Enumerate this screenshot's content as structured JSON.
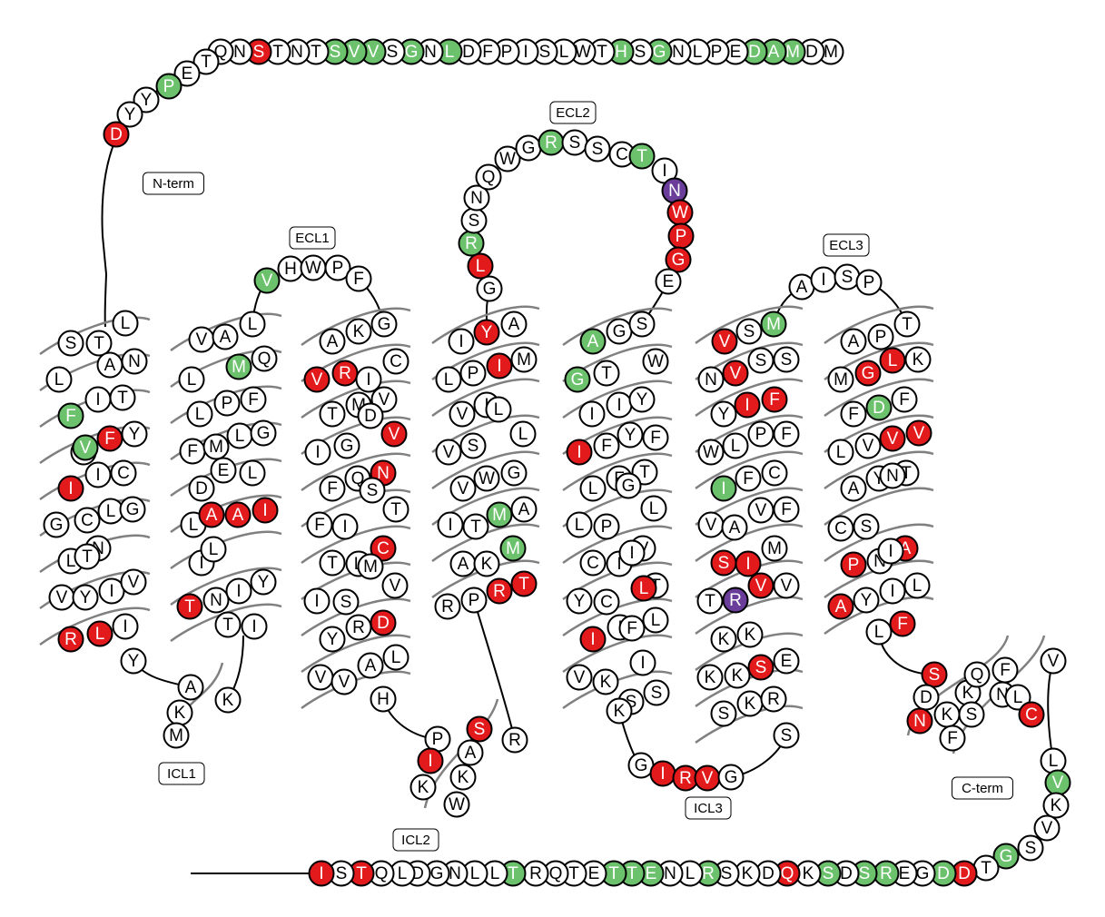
{
  "colors": {
    "none": "#ffffff",
    "red": "#e31a1c",
    "green": "#6cc26c",
    "purple": "#6a3d9a",
    "text_dark": "#000000",
    "text_light": "#ffffff",
    "helix": "#808080"
  },
  "labels": [
    "N-term",
    "ECL1",
    "ECL2",
    "ECL3",
    "ICL1",
    "ICL2",
    "ICL3",
    "C-term"
  ],
  "segments": {
    "nterm": [
      [
        "M",
        "n"
      ],
      [
        "D",
        "n"
      ],
      [
        "M",
        "g"
      ],
      [
        "A",
        "g"
      ],
      [
        "D",
        "g"
      ],
      [
        "E",
        "n"
      ],
      [
        "P",
        "n"
      ],
      [
        "L",
        "n"
      ],
      [
        "N",
        "n"
      ],
      [
        "G",
        "g"
      ],
      [
        "S",
        "n"
      ],
      [
        "H",
        "g"
      ],
      [
        "T",
        "n"
      ],
      [
        "W",
        "n"
      ],
      [
        "L",
        "n"
      ],
      [
        "S",
        "n"
      ],
      [
        "I",
        "n"
      ],
      [
        "P",
        "n"
      ],
      [
        "F",
        "n"
      ],
      [
        "D",
        "n"
      ],
      [
        "L",
        "g"
      ],
      [
        "N",
        "n"
      ],
      [
        "G",
        "g"
      ],
      [
        "S",
        "n"
      ],
      [
        "V",
        "g"
      ],
      [
        "V",
        "g"
      ],
      [
        "S",
        "g"
      ],
      [
        "T",
        "n"
      ],
      [
        "N",
        "n"
      ],
      [
        "T",
        "n"
      ],
      [
        "S",
        "r"
      ],
      [
        "N",
        "n"
      ],
      [
        "Q",
        "n"
      ],
      [
        "T",
        "n"
      ],
      [
        "E",
        "n"
      ],
      [
        "P",
        "g"
      ],
      [
        "Y",
        "n"
      ],
      [
        "Y",
        "n"
      ],
      [
        "D",
        "r"
      ]
    ],
    "tm1_l": [
      [
        "S",
        "n"
      ],
      [
        "L",
        "n"
      ],
      [
        "F",
        "g"
      ],
      [
        "V",
        "n"
      ],
      [
        "I",
        "r"
      ],
      [
        "G",
        "n"
      ],
      [
        "L",
        "n"
      ],
      [
        "V",
        "n"
      ],
      [
        "R",
        "r"
      ]
    ],
    "tm1_r": [
      [
        "T",
        "n"
      ],
      [
        "A",
        "n"
      ],
      [
        "T",
        "n"
      ],
      [
        "F",
        "r"
      ],
      [
        "I",
        "n"
      ],
      [
        "L",
        "n"
      ],
      [
        "N",
        "n"
      ],
      [
        "I",
        "n"
      ],
      [
        "L",
        "r"
      ]
    ],
    "tm1_x": [
      [
        "L",
        "n"
      ],
      [
        "N",
        "n"
      ],
      [
        "Y",
        "n"
      ],
      [
        "C",
        "n"
      ],
      [
        "G",
        "n"
      ],
      [
        "V",
        "n"
      ],
      [
        "I",
        "n"
      ]
    ],
    "tm1_y": [
      [
        "V",
        "g"
      ],
      [
        "I",
        "n"
      ],
      [
        "C",
        "n"
      ],
      [
        "T",
        "n"
      ],
      [
        "Y",
        "n"
      ]
    ],
    "icl1": [
      [
        "Y",
        "n"
      ],
      [
        "A",
        "n"
      ],
      [
        "K",
        "n"
      ],
      [
        "M",
        "n"
      ],
      [
        "K",
        "n"
      ]
    ],
    "tm2_l": [
      [
        "V",
        "n"
      ],
      [
        "L",
        "n"
      ],
      [
        "L",
        "n"
      ],
      [
        "F",
        "n"
      ],
      [
        "D",
        "n"
      ],
      [
        "L",
        "n"
      ],
      [
        "I",
        "n"
      ],
      [
        "T",
        "r"
      ]
    ],
    "tm2_r": [
      [
        "A",
        "n"
      ],
      [
        "M",
        "g"
      ],
      [
        "P",
        "n"
      ],
      [
        "M",
        "n"
      ],
      [
        "E",
        "n"
      ],
      [
        "A",
        "r"
      ],
      [
        "L",
        "n"
      ],
      [
        "N",
        "n"
      ]
    ],
    "tm2_x": [
      [
        "L",
        "n"
      ],
      [
        "Q",
        "n"
      ],
      [
        "F",
        "n"
      ],
      [
        "L",
        "n"
      ],
      [
        "G",
        "n"
      ],
      [
        "L",
        "n"
      ],
      [
        "A",
        "r"
      ],
      [
        "I",
        "r"
      ],
      [
        "Y",
        "n"
      ],
      [
        "I",
        "n"
      ],
      [
        "T",
        "n"
      ],
      [
        "I",
        "n"
      ]
    ],
    "ecl1": [
      [
        "V",
        "g"
      ],
      [
        "H",
        "n"
      ],
      [
        "W",
        "n"
      ],
      [
        "P",
        "n"
      ],
      [
        "F",
        "n"
      ]
    ],
    "tm3_l": [
      [
        "A",
        "n"
      ],
      [
        "V",
        "r"
      ],
      [
        "T",
        "n"
      ],
      [
        "I",
        "n"
      ],
      [
        "F",
        "n"
      ],
      [
        "F",
        "n"
      ],
      [
        "T",
        "n"
      ],
      [
        "I",
        "n"
      ],
      [
        "Y",
        "n"
      ],
      [
        "V",
        "n"
      ]
    ],
    "tm3_r": [
      [
        "K",
        "n"
      ],
      [
        "R",
        "r"
      ],
      [
        "M",
        "n"
      ],
      [
        "G",
        "n"
      ],
      [
        "Q",
        "n"
      ],
      [
        "I",
        "n"
      ],
      [
        "L",
        "n"
      ],
      [
        "S",
        "n"
      ],
      [
        "R",
        "n"
      ],
      [
        "V",
        "n"
      ]
    ],
    "tm3_x": [
      [
        "G",
        "n"
      ],
      [
        "C",
        "n"
      ],
      [
        "I",
        "n"
      ],
      [
        "V",
        "n"
      ],
      [
        "D",
        "n"
      ],
      [
        "V",
        "r"
      ],
      [
        "N",
        "r"
      ],
      [
        "S",
        "n"
      ],
      [
        "T",
        "n"
      ],
      [
        "C",
        "r"
      ],
      [
        "V",
        "n"
      ],
      [
        "M",
        "n"
      ],
      [
        "D",
        "r"
      ],
      [
        "A",
        "n"
      ],
      [
        "L",
        "n"
      ],
      [
        "H",
        "n"
      ]
    ],
    "icl2": [
      [
        "P",
        "n"
      ],
      [
        "I",
        "r"
      ],
      [
        "K",
        "n"
      ],
      [
        "W",
        "n"
      ],
      [
        "K",
        "n"
      ],
      [
        "A",
        "n"
      ],
      [
        "S",
        "r"
      ],
      [
        "R",
        "n"
      ]
    ],
    "tm4_l": [
      [
        "I",
        "n"
      ],
      [
        "L",
        "n"
      ],
      [
        "V",
        "n"
      ],
      [
        "V",
        "n"
      ],
      [
        "V",
        "n"
      ],
      [
        "I",
        "n"
      ],
      [
        "A",
        "n"
      ],
      [
        "R",
        "n"
      ]
    ],
    "tm4_r": [
      [
        "Y",
        "r"
      ],
      [
        "P",
        "n"
      ],
      [
        "I",
        "n"
      ],
      [
        "S",
        "n"
      ],
      [
        "W",
        "n"
      ],
      [
        "T",
        "n"
      ],
      [
        "K",
        "n"
      ],
      [
        "P",
        "n"
      ]
    ],
    "tm4_x": [
      [
        "A",
        "n"
      ],
      [
        "M",
        "n"
      ],
      [
        "I",
        "r"
      ],
      [
        "L",
        "n"
      ],
      [
        "L",
        "n"
      ],
      [
        "G",
        "n"
      ],
      [
        "A",
        "n"
      ],
      [
        "M",
        "g"
      ],
      [
        "M",
        "g"
      ],
      [
        "R",
        "r"
      ],
      [
        "T",
        "r"
      ]
    ],
    "ecl2": [
      [
        "G",
        "n"
      ],
      [
        "L",
        "r"
      ],
      [
        "R",
        "g"
      ],
      [
        "S",
        "n"
      ],
      [
        "N",
        "n"
      ],
      [
        "Q",
        "n"
      ],
      [
        "W",
        "n"
      ],
      [
        "G",
        "n"
      ],
      [
        "R",
        "g"
      ],
      [
        "S",
        "n"
      ],
      [
        "S",
        "n"
      ],
      [
        "C",
        "n"
      ],
      [
        "T",
        "g"
      ],
      [
        "I",
        "n"
      ],
      [
        "N",
        "p"
      ],
      [
        "W",
        "r"
      ],
      [
        "P",
        "r"
      ],
      [
        "G",
        "r"
      ],
      [
        "E",
        "n"
      ]
    ],
    "tm5_l": [
      [
        "A",
        "g"
      ],
      [
        "G",
        "g"
      ],
      [
        "I",
        "n"
      ],
      [
        "I",
        "r"
      ],
      [
        "L",
        "n"
      ],
      [
        "L",
        "n"
      ],
      [
        "C",
        "n"
      ],
      [
        "Y",
        "n"
      ],
      [
        "I",
        "r"
      ],
      [
        "V",
        "n"
      ]
    ],
    "tm5_r": [
      [
        "G",
        "n"
      ],
      [
        "T",
        "n"
      ],
      [
        "I",
        "n"
      ],
      [
        "F",
        "n"
      ],
      [
        "F",
        "n"
      ],
      [
        "P",
        "n"
      ],
      [
        "I",
        "n"
      ],
      [
        "C",
        "n"
      ],
      [
        "I",
        "n"
      ],
      [
        "K",
        "n"
      ]
    ],
    "tm5_x": [
      [
        "S",
        "n"
      ],
      [
        "W",
        "n"
      ],
      [
        "Y",
        "n"
      ],
      [
        "F",
        "n"
      ],
      [
        "Y",
        "n"
      ],
      [
        "T",
        "n"
      ],
      [
        "L",
        "n"
      ],
      [
        "G",
        "n"
      ],
      [
        "V",
        "n"
      ],
      [
        "T",
        "n"
      ],
      [
        "I",
        "n"
      ],
      [
        "L",
        "r"
      ],
      [
        "L",
        "n"
      ],
      [
        "F",
        "n"
      ],
      [
        "I",
        "n"
      ],
      [
        "S",
        "n"
      ],
      [
        "S",
        "n"
      ],
      [
        "K",
        "n"
      ]
    ],
    "icl3": [
      [
        "G",
        "n"
      ],
      [
        "I",
        "r"
      ],
      [
        "R",
        "r"
      ],
      [
        "V",
        "r"
      ],
      [
        "G",
        "n"
      ]
    ],
    "tm6_l": [
      [
        "V",
        "r"
      ],
      [
        "N",
        "n"
      ],
      [
        "Y",
        "n"
      ],
      [
        "W",
        "n"
      ],
      [
        "I",
        "g"
      ],
      [
        "V",
        "n"
      ],
      [
        "S",
        "r"
      ],
      [
        "T",
        "n"
      ],
      [
        "K",
        "n"
      ],
      [
        "K",
        "n"
      ],
      [
        "S",
        "n"
      ]
    ],
    "tm6_r": [
      [
        "S",
        "n"
      ],
      [
        "V",
        "r"
      ],
      [
        "I",
        "r"
      ],
      [
        "L",
        "n"
      ],
      [
        "F",
        "n"
      ],
      [
        "A",
        "n"
      ],
      [
        "I",
        "r"
      ],
      [
        "R",
        "p"
      ],
      [
        "K",
        "n"
      ],
      [
        "K",
        "n"
      ],
      [
        "K",
        "n"
      ]
    ],
    "tm6_x": [
      [
        "M",
        "g"
      ],
      [
        "S",
        "n"
      ],
      [
        "S",
        "n"
      ],
      [
        "F",
        "r"
      ],
      [
        "F",
        "n"
      ],
      [
        "P",
        "n"
      ],
      [
        "C",
        "n"
      ],
      [
        "F",
        "n"
      ],
      [
        "V",
        "n"
      ],
      [
        "M",
        "n"
      ],
      [
        "V",
        "n"
      ],
      [
        "V",
        "r"
      ],
      [
        "E",
        "n"
      ],
      [
        "S",
        "r"
      ],
      [
        "R",
        "n"
      ],
      [
        "S",
        "n"
      ]
    ],
    "ecl3": [
      [
        "A",
        "n"
      ],
      [
        "I",
        "n"
      ],
      [
        "S",
        "n"
      ],
      [
        "P",
        "n"
      ]
    ],
    "tm7_l": [
      [
        "A",
        "n"
      ],
      [
        "M",
        "n"
      ],
      [
        "F",
        "n"
      ],
      [
        "L",
        "n"
      ],
      [
        "A",
        "n"
      ],
      [
        "C",
        "n"
      ],
      [
        "P",
        "r"
      ],
      [
        "A",
        "r"
      ],
      [
        "L",
        "n"
      ]
    ],
    "tm7_r": [
      [
        "P",
        "n"
      ],
      [
        "G",
        "r"
      ],
      [
        "D",
        "g"
      ],
      [
        "V",
        "n"
      ],
      [
        "Y",
        "n"
      ],
      [
        "S",
        "n"
      ],
      [
        "N",
        "n"
      ],
      [
        "Y",
        "n"
      ],
      [
        "F",
        "r"
      ]
    ],
    "tm7_x": [
      [
        "T",
        "n"
      ],
      [
        "K",
        "n"
      ],
      [
        "L",
        "r"
      ],
      [
        "F",
        "n"
      ],
      [
        "V",
        "r"
      ],
      [
        "V",
        "r"
      ],
      [
        "T",
        "n"
      ],
      [
        "N",
        "n"
      ],
      [
        "A",
        "r"
      ],
      [
        "I",
        "n"
      ],
      [
        "L",
        "n"
      ],
      [
        "I",
        "n"
      ]
    ],
    "h8": [
      [
        "S",
        "r"
      ],
      [
        "D",
        "n"
      ],
      [
        "N",
        "r"
      ],
      [
        "K",
        "n"
      ],
      [
        "K",
        "n"
      ],
      [
        "S",
        "n"
      ],
      [
        "F",
        "n"
      ],
      [
        "Q",
        "n"
      ],
      [
        "N",
        "n"
      ],
      [
        "F",
        "n"
      ],
      [
        "L",
        "n"
      ],
      [
        "C",
        "r"
      ],
      [
        "V",
        "n"
      ]
    ],
    "cterm": [
      [
        "L",
        "n"
      ],
      [
        "V",
        "g"
      ],
      [
        "K",
        "n"
      ],
      [
        "V",
        "n"
      ],
      [
        "S",
        "n"
      ],
      [
        "G",
        "g"
      ],
      [
        "T",
        "n"
      ],
      [
        "D",
        "r"
      ],
      [
        "D",
        "g"
      ],
      [
        "G",
        "n"
      ],
      [
        "E",
        "n"
      ],
      [
        "R",
        "g"
      ],
      [
        "S",
        "g"
      ],
      [
        "D",
        "n"
      ],
      [
        "S",
        "g"
      ],
      [
        "K",
        "n"
      ],
      [
        "Q",
        "r"
      ],
      [
        "D",
        "n"
      ],
      [
        "K",
        "n"
      ],
      [
        "S",
        "n"
      ],
      [
        "R",
        "g"
      ],
      [
        "L",
        "n"
      ],
      [
        "N",
        "n"
      ],
      [
        "E",
        "g"
      ],
      [
        "T",
        "g"
      ],
      [
        "T",
        "g"
      ],
      [
        "E",
        "n"
      ],
      [
        "T",
        "n"
      ],
      [
        "Q",
        "n"
      ],
      [
        "R",
        "n"
      ],
      [
        "T",
        "g"
      ],
      [
        "L",
        "n"
      ],
      [
        "L",
        "n"
      ],
      [
        "N",
        "n"
      ],
      [
        "G",
        "n"
      ],
      [
        "D",
        "n"
      ],
      [
        "L",
        "n"
      ],
      [
        "Q",
        "n"
      ],
      [
        "T",
        "r"
      ],
      [
        "S",
        "n"
      ],
      [
        "I",
        "r"
      ]
    ]
  }
}
